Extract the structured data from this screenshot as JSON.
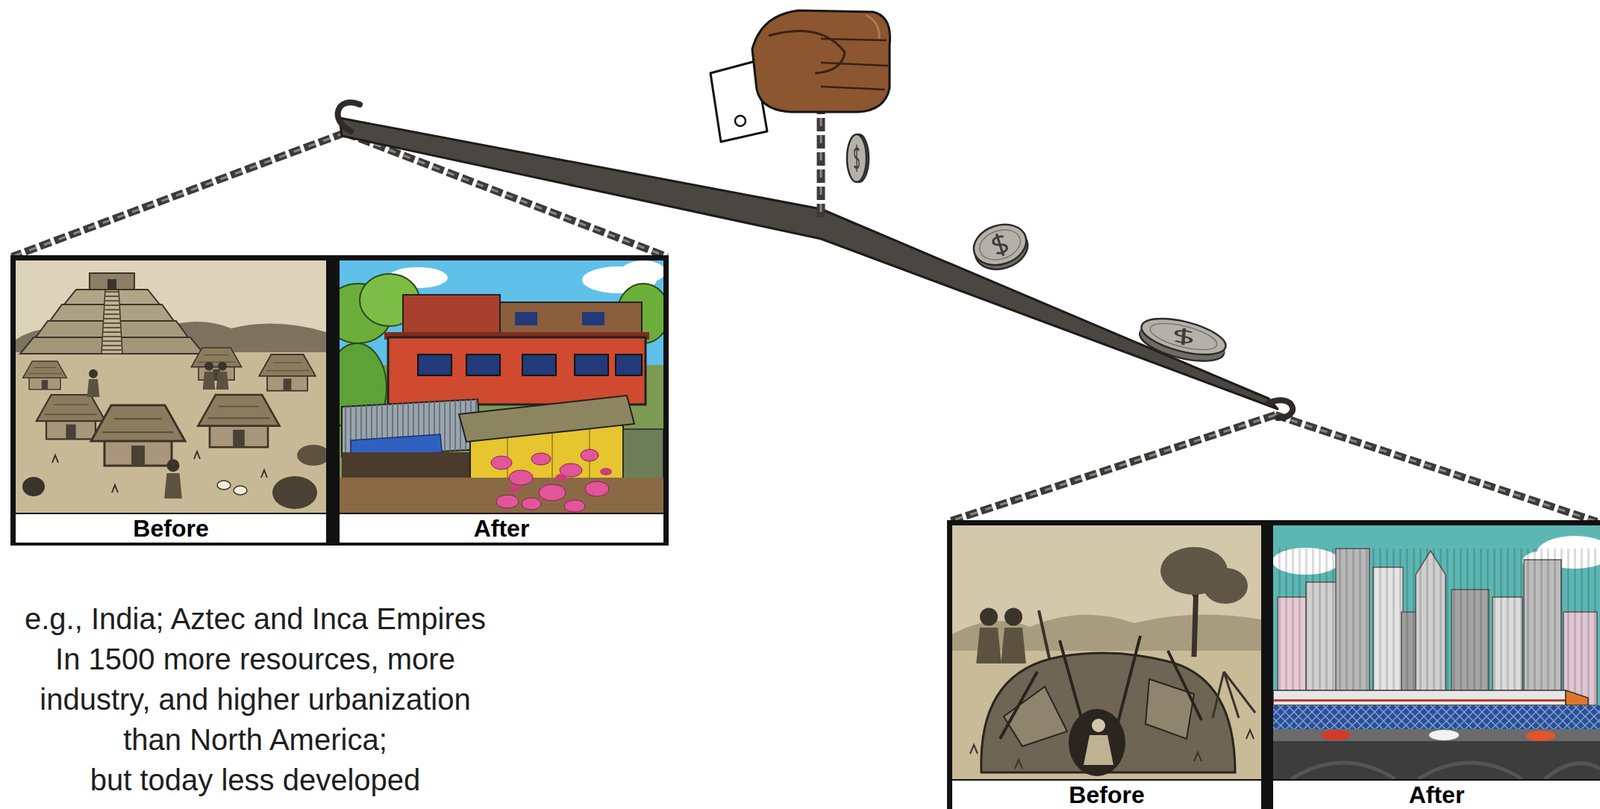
{
  "diagram": {
    "nodes": [
      {
        "text": [
          "Before"
        ]
      },
      {
        "text": [
          "After"
        ]
      },
      {
        "text": [
          "Before"
        ]
      },
      {
        "text": [
          "After"
        ]
      }
    ],
    "labels": [
      "e.g., India; Aztec and Inca Empires",
      "In 1500 more resources, more industry, and higher urbanization than North America;",
      "but today less developed"
    ]
  }
}
